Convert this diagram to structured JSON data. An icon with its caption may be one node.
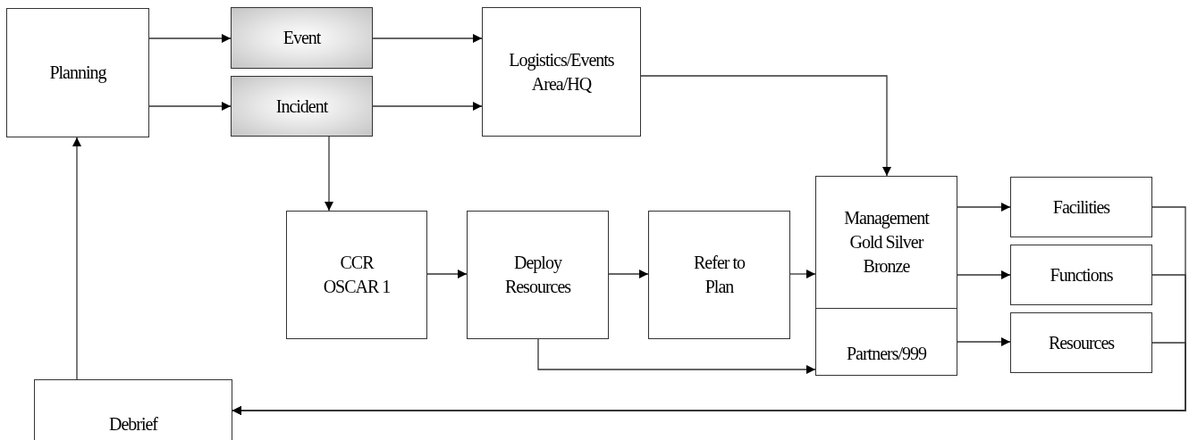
{
  "diagram": {
    "nodes": [
      {
        "text": [
          "Planning"
        ]
      },
      {
        "text": [
          "Event"
        ]
      },
      {
        "text": [
          "Incident"
        ]
      },
      {
        "text": [
          "Logistics/Events Area/HQ"
        ]
      },
      {
        "text": [
          "CCR OSCAR 1"
        ]
      },
      {
        "text": [
          "Deploy Resources"
        ]
      },
      {
        "text": [
          "Refer to Plan"
        ]
      },
      {
        "text": [
          "Management Gold Silver Bronze"
        ]
      },
      {
        "text": [
          "Partners/999"
        ]
      },
      {
        "text": [
          "Facilities"
        ]
      },
      {
        "text": [
          "Functions"
        ]
      },
      {
        "text": [
          "Resources"
        ]
      },
      {
        "text": [
          "Debrief"
        ]
      }
    ],
    "edges": [
      {
        "from": 0,
        "to": 1,
        "arrow": "to"
      },
      {
        "from": 0,
        "to": 2,
        "arrow": "to"
      },
      {
        "from": 1,
        "to": 3,
        "arrow": "to"
      },
      {
        "from": 2,
        "to": 3,
        "arrow": "to"
      },
      {
        "from": 2,
        "to": 4,
        "arrow": "to"
      },
      {
        "from": 3,
        "to": 7,
        "arrow": "to"
      },
      {
        "from": 4,
        "to": 5,
        "arrow": "to"
      },
      {
        "from": 5,
        "to": 6,
        "arrow": "to"
      },
      {
        "from": 6,
        "to": 7,
        "arrow": "to"
      },
      {
        "from": 5,
        "to": 8,
        "arrow": "to"
      },
      {
        "from": 7,
        "to": 9,
        "arrow": "to"
      },
      {
        "from": 7,
        "to": 10,
        "arrow": "to"
      },
      {
        "from": 8,
        "to": 11,
        "arrow": "to"
      },
      {
        "from": 9,
        "to": 12,
        "arrow": "to"
      },
      {
        "from": 10,
        "to": 12,
        "arrow": "to"
      },
      {
        "from": 11,
        "to": 12,
        "arrow": "to"
      },
      {
        "from": 12,
        "to": 0,
        "arrow": "to"
      }
    ]
  }
}
